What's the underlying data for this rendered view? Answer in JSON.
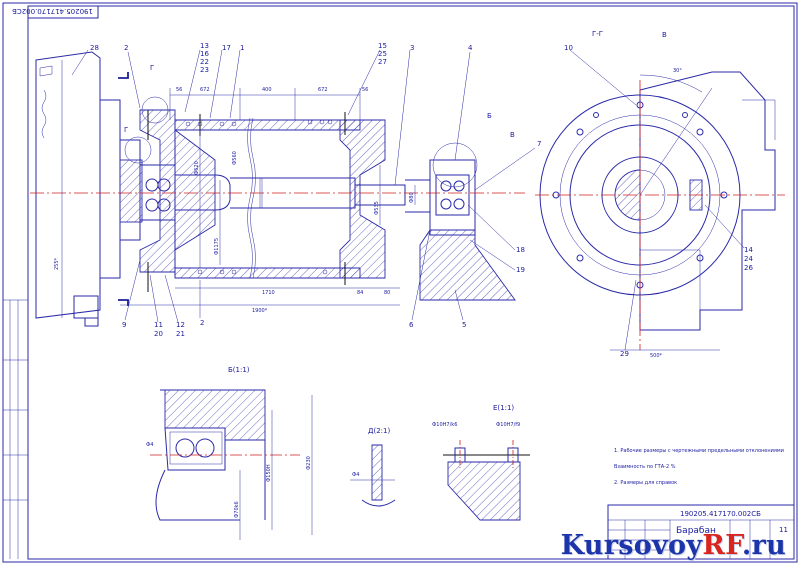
{
  "drawing": {
    "code_top": "190205.417170.002СБ",
    "code_title": "190205.417170.002СБ",
    "title": "Барабан",
    "sheet_no": "11",
    "notes": [
      "1. Рабочие размеры с чертежными предельными отклонениями",
      "Взаимность по ГТА-2 %",
      "2. Размеры для справок"
    ]
  },
  "callouts": [
    "28",
    "2",
    "13",
    "16",
    "22",
    "23",
    "17",
    "1",
    "15",
    "25",
    "27",
    "3",
    "4",
    "Б",
    "В",
    "7",
    "10",
    "Г-Г",
    "В",
    "14",
    "24",
    "26",
    "18",
    "19",
    "29",
    "9",
    "11",
    "20",
    "12",
    "21",
    "2",
    "6",
    "5",
    "Е",
    "Д",
    "Г",
    "Г"
  ],
  "dimensions": [
    "56",
    "672",
    "400",
    "672",
    "56",
    "1900*",
    "1710",
    "84",
    "80",
    "500*",
    "30°",
    "255*",
    "Ф620",
    "Ф1175",
    "Ф560",
    "Ф535",
    "Ф80"
  ],
  "detail_views": {
    "b": "Б(1:1)",
    "d": "Д(2:1)",
    "e": "Е(1:1)",
    "b_dims": [
      "Ф230",
      "Ф150H",
      "Ф70k6",
      "Ф4"
    ],
    "e_dims": [
      "Ф10H7/k6",
      "Ф10H7/f9"
    ],
    "d_dims": [
      "Ф4"
    ]
  },
  "watermark": {
    "brand": "Kursovoy",
    "suffix": "RF",
    "tld": ".ru"
  },
  "colors": {
    "line": "#2a2aa8",
    "hatch": "#2a2aa8",
    "axis": "#d02020",
    "watermark_blue": "#1c35a8",
    "watermark_red": "#d8261e"
  }
}
